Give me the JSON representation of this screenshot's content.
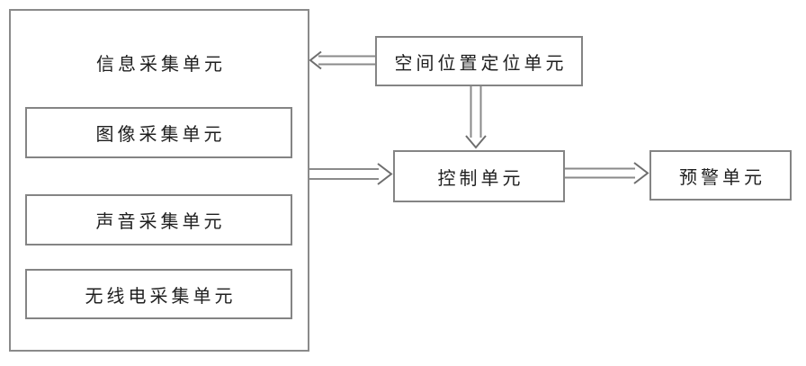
{
  "diagram": {
    "type": "block-diagram",
    "blocks": {
      "info_collection": {
        "label": "信息采集单元"
      },
      "image_collection": {
        "label": "图像采集单元"
      },
      "sound_collection": {
        "label": "声音采集单元"
      },
      "radio_collection": {
        "label": "无线电采集单元"
      },
      "spatial_positioning": {
        "label": "空间位置定位单元"
      },
      "control": {
        "label": "控制单元"
      },
      "warning": {
        "label": "预警单元"
      }
    },
    "connections": [
      {
        "from": "spatial_positioning",
        "to": "info_collection",
        "style": "hollow-arrow",
        "direction": "left"
      },
      {
        "from": "spatial_positioning",
        "to": "control",
        "style": "hollow-arrow",
        "direction": "down"
      },
      {
        "from": "info_collection",
        "to": "control",
        "style": "hollow-arrow",
        "direction": "right"
      },
      {
        "from": "control",
        "to": "warning",
        "style": "hollow-arrow",
        "direction": "right"
      }
    ],
    "colors": {
      "background": "#ffffff",
      "box_border": "#848484",
      "arrow": "#8a8a8a",
      "text": "#1f1f1f"
    }
  }
}
